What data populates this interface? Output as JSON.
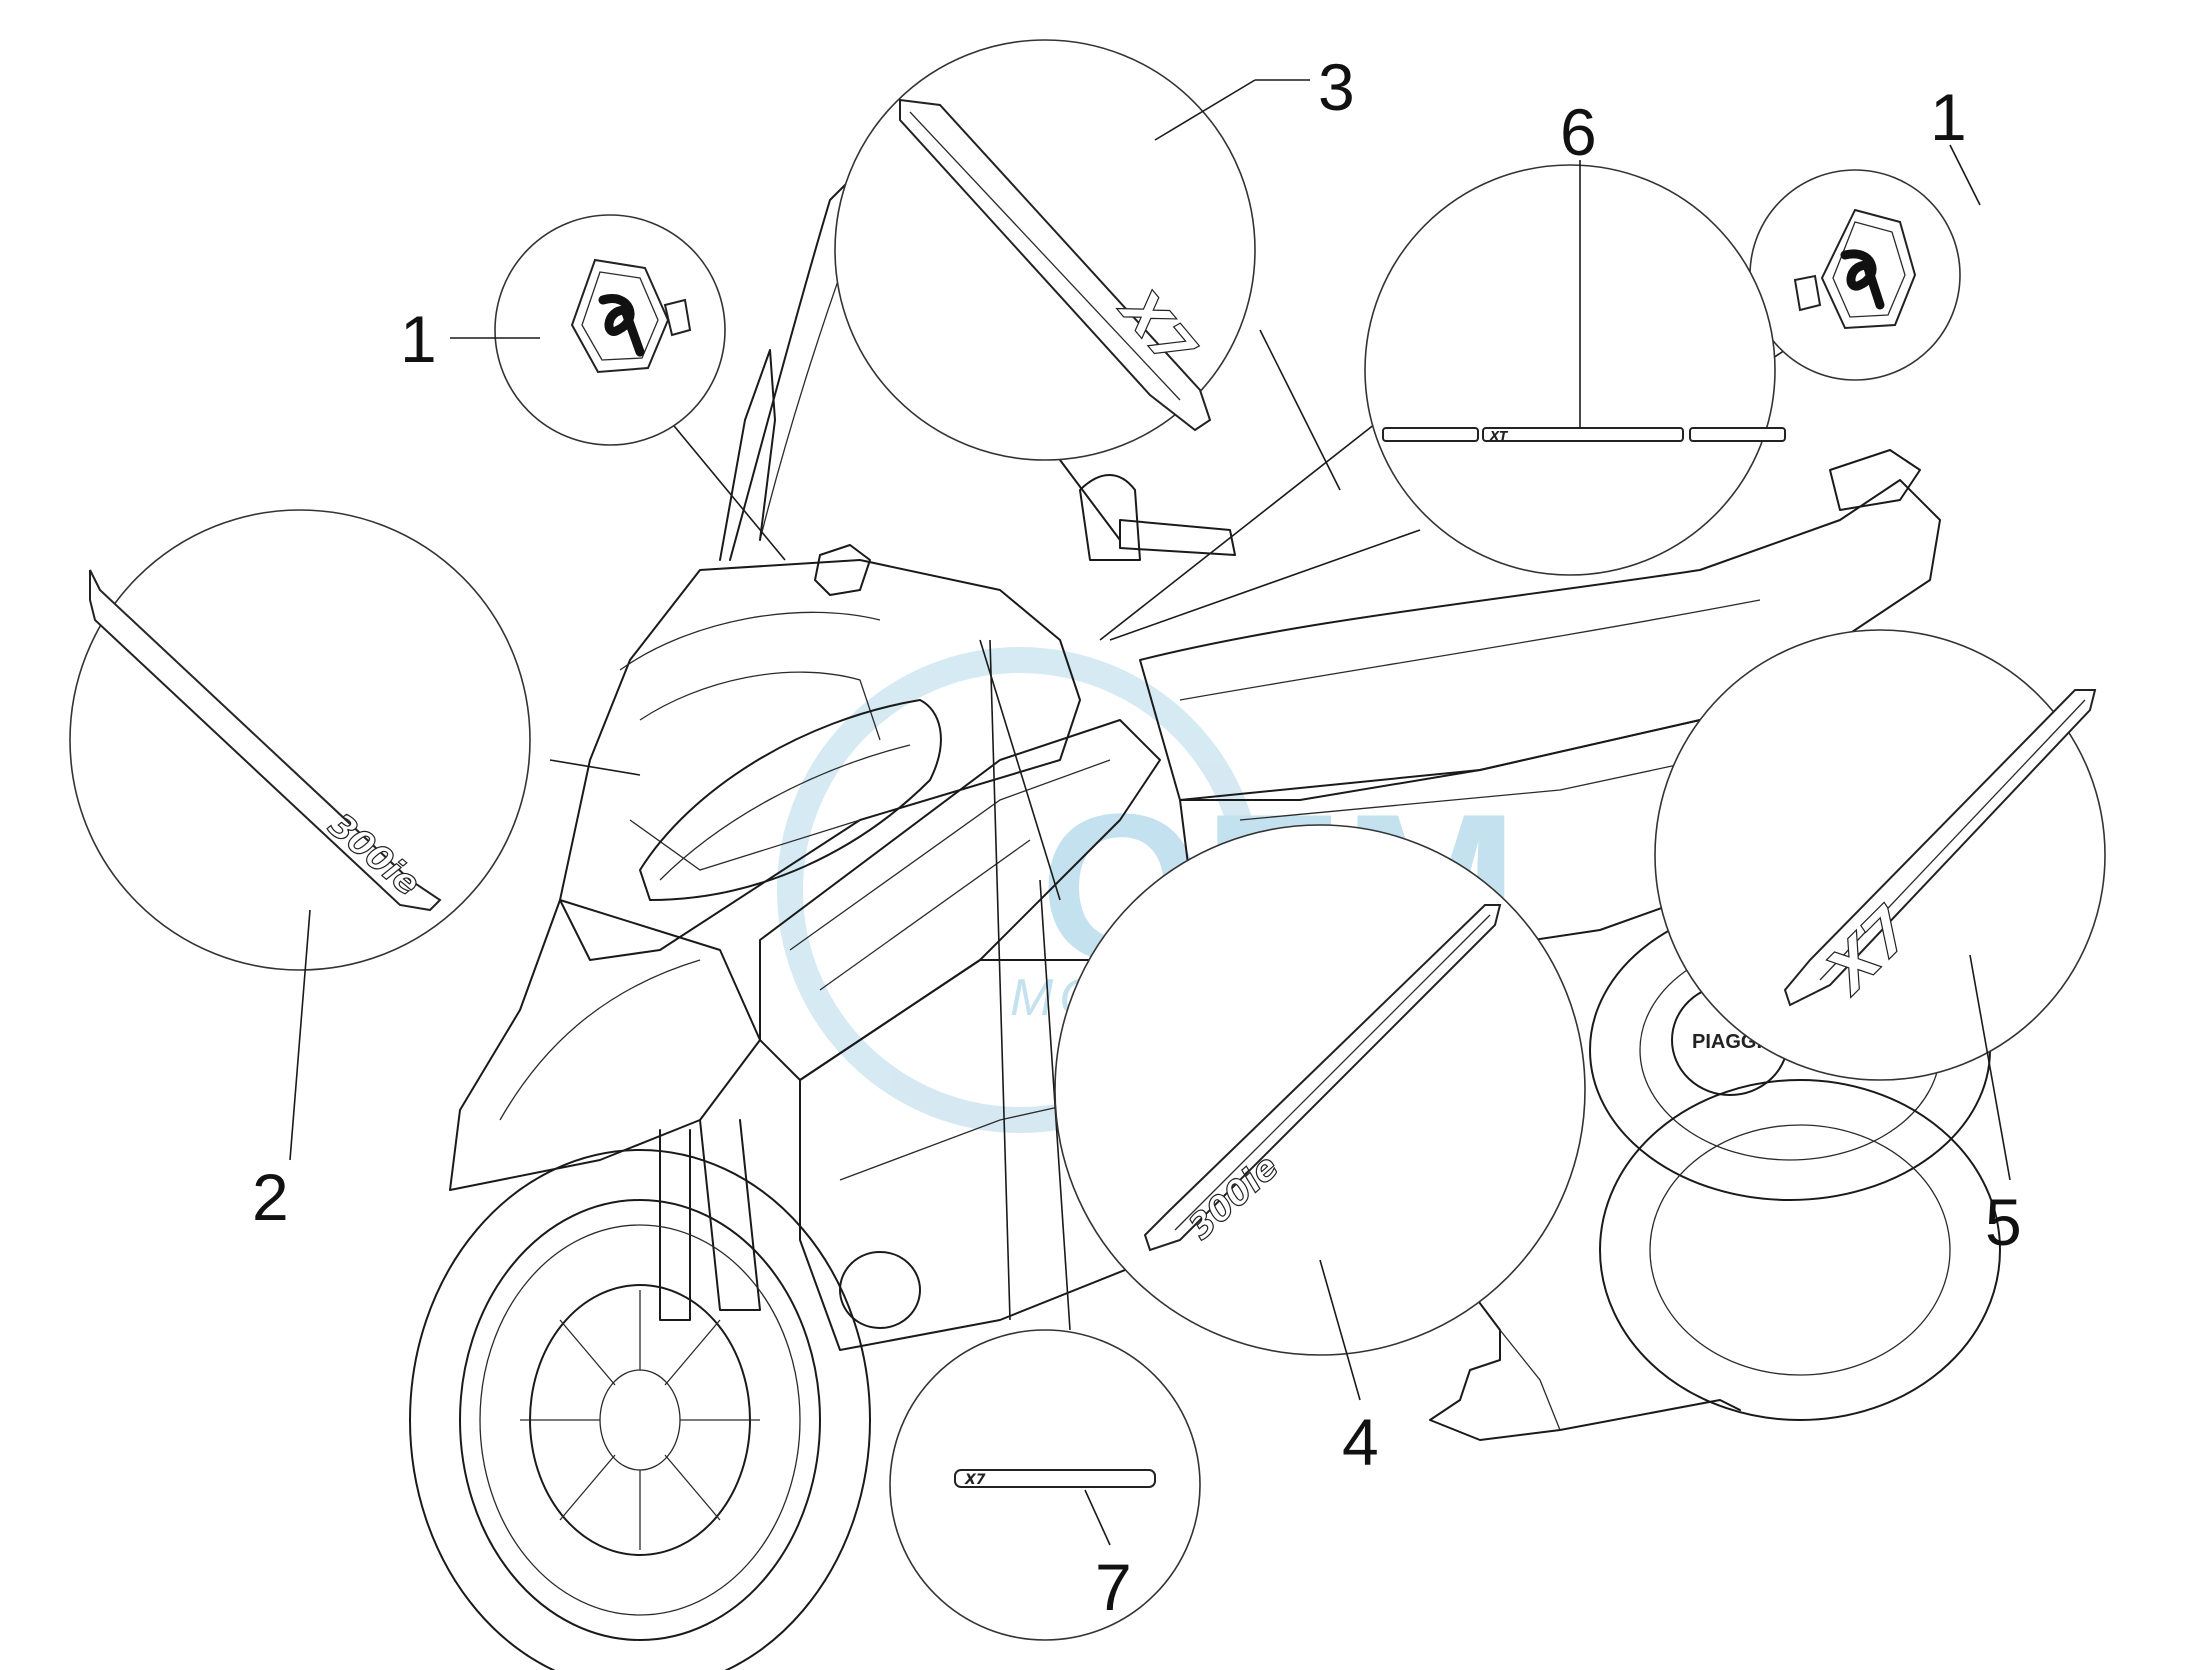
{
  "watermark": {
    "brand": "OEM",
    "subtitle": "MOTORPARTS",
    "color": "#b9dcec"
  },
  "callouts": [
    {
      "id": "1a",
      "label": "1"
    },
    {
      "id": "1b",
      "label": "1"
    },
    {
      "id": "2",
      "label": "2"
    },
    {
      "id": "3",
      "label": "3"
    },
    {
      "id": "4",
      "label": "4"
    },
    {
      "id": "5",
      "label": "5"
    },
    {
      "id": "6",
      "label": "6"
    },
    {
      "id": "7",
      "label": "7"
    }
  ],
  "decals": {
    "xt_short": "XT",
    "xt_badge": "X7",
    "displacement": "300ie",
    "engine_badge": "PIAGGIO",
    "icon_badge": "piaggio-logo-icon"
  }
}
